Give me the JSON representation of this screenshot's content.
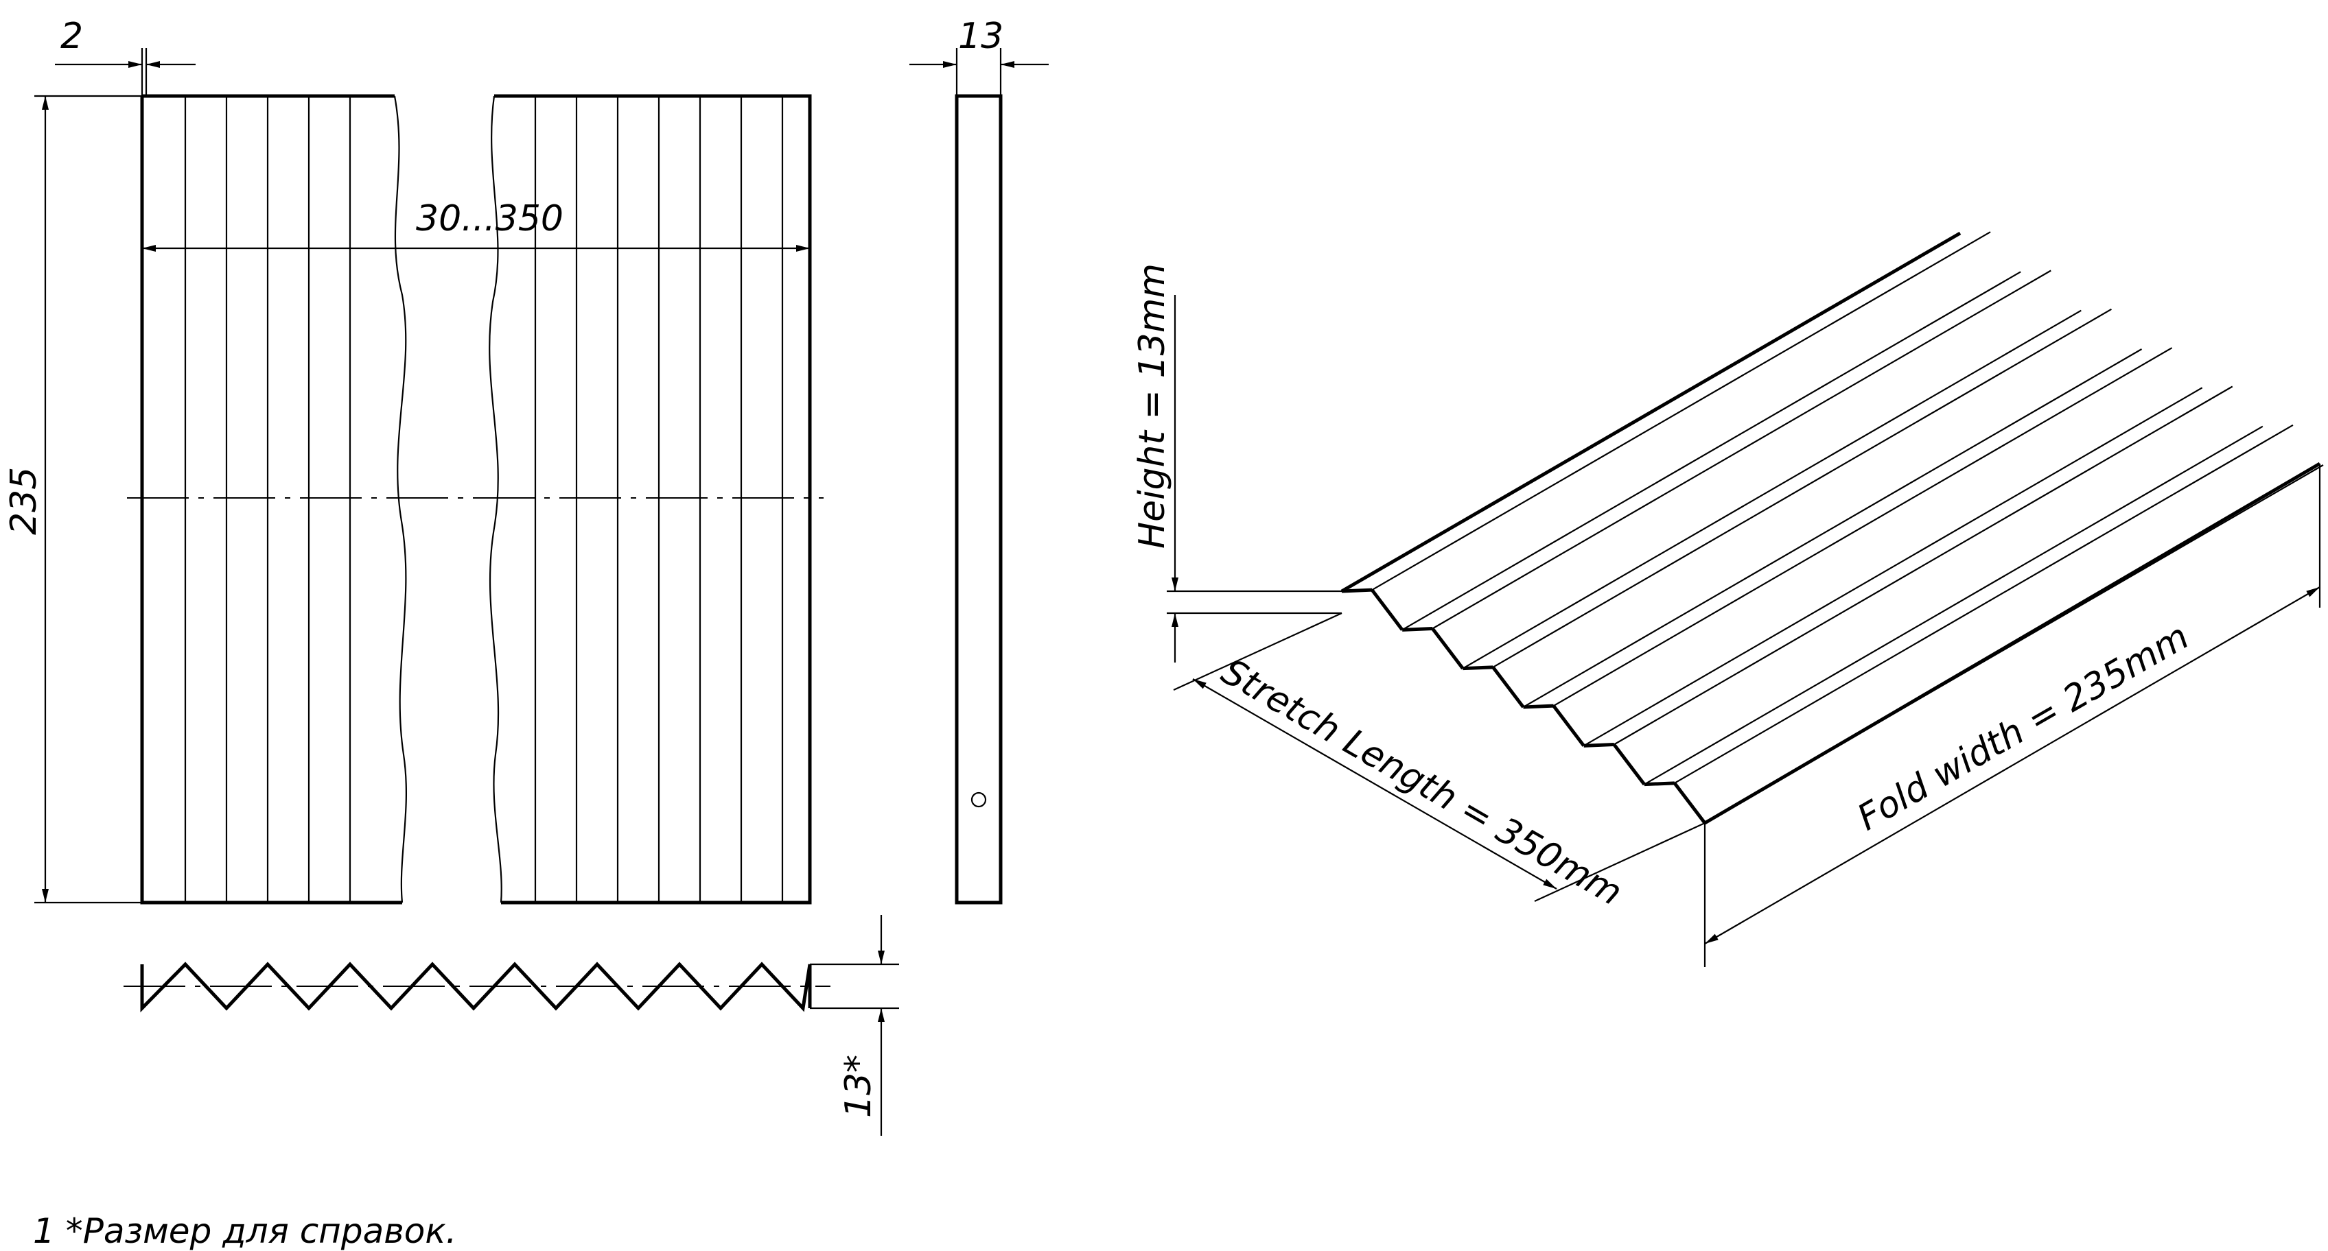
{
  "front_view": {
    "dim_thickness": "2",
    "dim_height": "235",
    "dim_length_range": "30...350"
  },
  "side_view": {
    "dim_depth": "13"
  },
  "profile_view": {
    "dim_fold_height": "13*"
  },
  "iso_view": {
    "height_label": "Height = 13mm",
    "length_label": "Stretch Length = 350mm",
    "width_label": "Fold width = 235mm"
  },
  "notes": [
    {
      "text": "1  *Размер для справок."
    }
  ]
}
